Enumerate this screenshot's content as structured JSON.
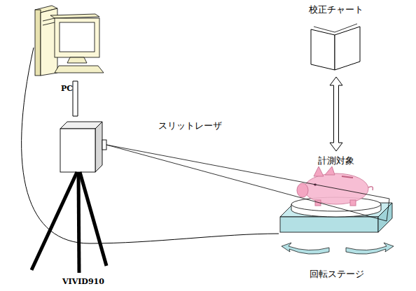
{
  "diagram": {
    "nodes": [
      {
        "text": [
          "PC"
        ]
      },
      {
        "text": [
          "VIVID910"
        ]
      },
      {
        "text": [
          "校正チャート"
        ]
      },
      {
        "text": [
          "計測対象"
        ]
      },
      {
        "text": [
          "回転ステージ"
        ]
      }
    ],
    "edges": [
      {
        "from": 0,
        "to": 1,
        "arrow": "none"
      },
      {
        "from": 0,
        "to": 4,
        "arrow": "none"
      },
      {
        "from": 2,
        "to": 3,
        "arrow": "both"
      }
    ],
    "labels": [
      "スリットレーザ"
    ]
  }
}
